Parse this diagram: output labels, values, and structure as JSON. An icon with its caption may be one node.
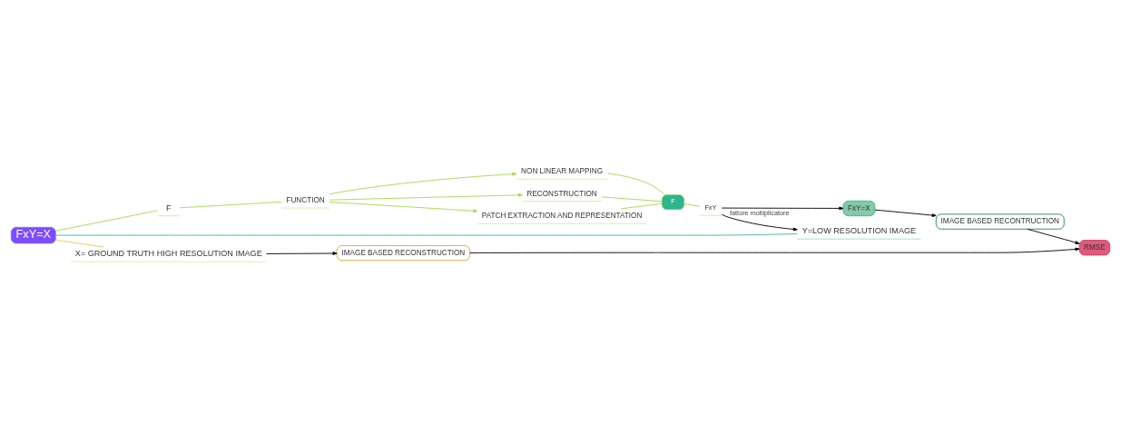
{
  "diagram": {
    "nodes": [
      {
        "text": [
          "FxY=X"
        ]
      },
      {
        "text": [
          "F"
        ]
      },
      {
        "text": [
          "FUNCTION"
        ]
      },
      {
        "text": [
          "PATCH EXTRACTION AND REPRESENTATION"
        ]
      },
      {
        "text": [
          "NON LINEAR MAPPING"
        ]
      },
      {
        "text": [
          "RECONSTRUCTION"
        ]
      },
      {
        "text": [
          "F"
        ]
      },
      {
        "text": [
          "FxY"
        ]
      },
      {
        "text": [
          "Y=LOW RESOLUTION IMAGE"
        ]
      },
      {
        "text": [
          "X= GROUND TRUTH HIGH RESOLUTION IMAGE"
        ]
      },
      {
        "text": [
          "FxY=X"
        ]
      },
      {
        "text": [
          "IMAGE BASED RECONTRUCTION"
        ]
      },
      {
        "text": [
          "IMAGE BASED RECONSTRUCTION"
        ]
      },
      {
        "text": [
          "RMSE"
        ]
      }
    ],
    "edges": [
      {
        "from": 0,
        "to": 1,
        "arrow": "none",
        "color": "#a3d94a"
      },
      {
        "from": 1,
        "to": 2,
        "arrow": "none",
        "color": "#a3d94a"
      },
      {
        "from": 2,
        "to": 3,
        "arrow": "to",
        "color": "#a3d94a"
      },
      {
        "from": 2,
        "to": 4,
        "arrow": "to",
        "color": "#a3d94a"
      },
      {
        "from": 2,
        "to": 5,
        "arrow": "to",
        "color": "#a3d94a"
      },
      {
        "from": 3,
        "to": 6,
        "arrow": "none",
        "color": "#a3d94a"
      },
      {
        "from": 4,
        "to": 6,
        "arrow": "none",
        "color": "#a3d94a"
      },
      {
        "from": 5,
        "to": 6,
        "arrow": "none",
        "color": "#a3d94a"
      },
      {
        "from": 6,
        "to": 7,
        "arrow": "none",
        "color": "#a3d94a"
      },
      {
        "from": 7,
        "to": 8,
        "arrow": "to",
        "label": "fattore moltiplicatore",
        "color": "#000000"
      },
      {
        "from": 7,
        "to": 10,
        "arrow": "to",
        "color": "#000000"
      },
      {
        "from": 0,
        "to": 8,
        "arrow": "none",
        "color": "#3cb89a"
      },
      {
        "from": 0,
        "to": 9,
        "arrow": "none",
        "color": "#f0c64a"
      },
      {
        "from": 9,
        "to": 12,
        "arrow": "to",
        "color": "#000000"
      },
      {
        "from": 10,
        "to": 11,
        "arrow": "to",
        "color": "#000000"
      },
      {
        "from": 12,
        "to": 13,
        "arrow": "to",
        "color": "#000000"
      },
      {
        "from": 11,
        "to": 13,
        "arrow": "to",
        "color": "#000000"
      }
    ]
  }
}
